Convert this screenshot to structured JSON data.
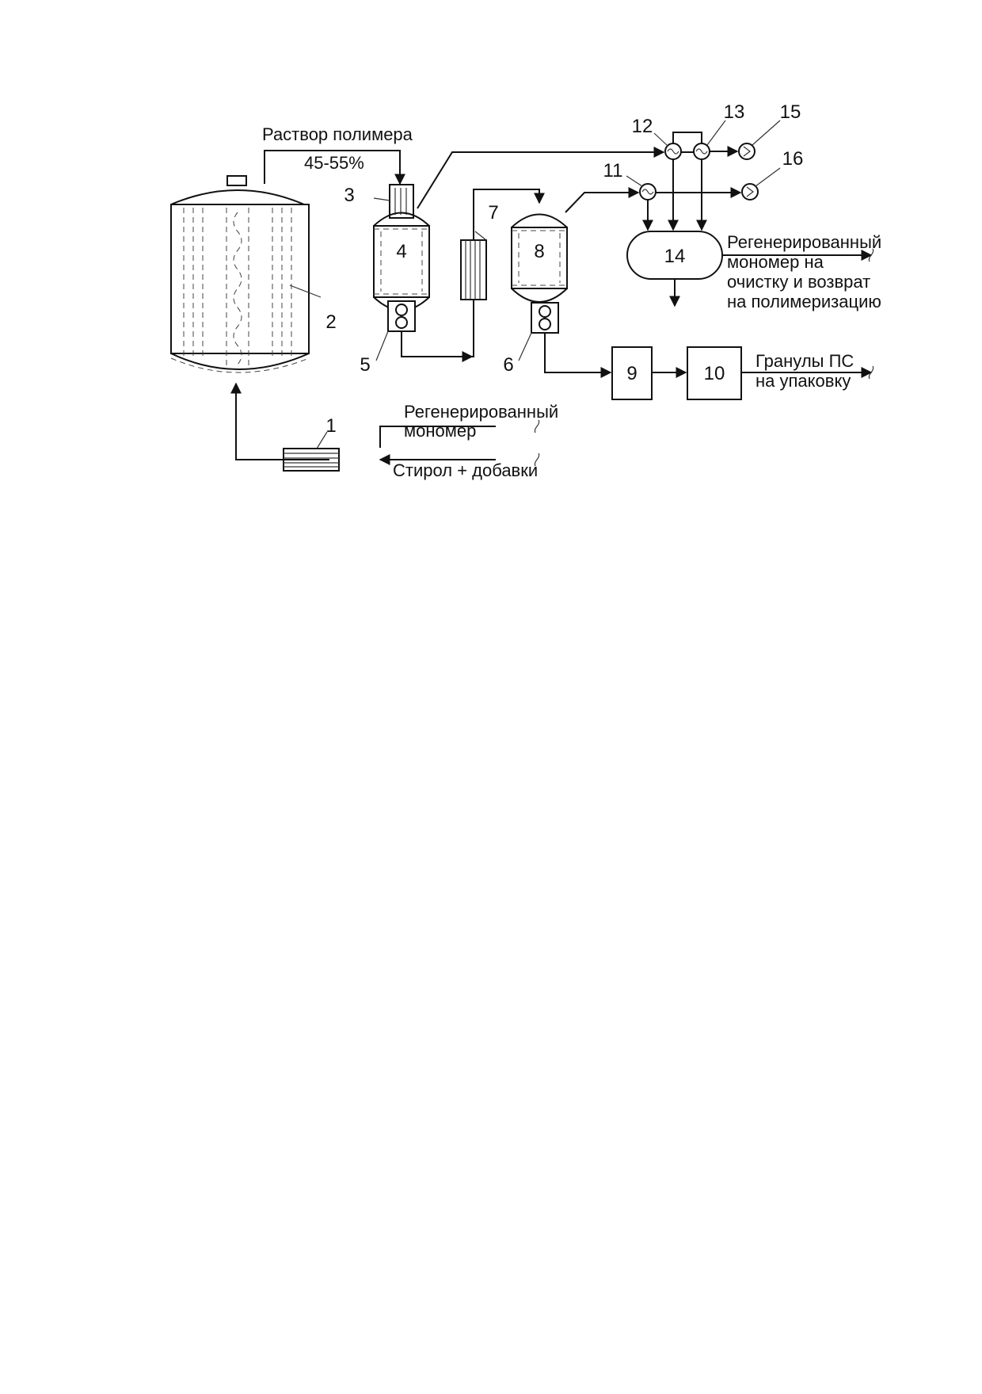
{
  "diagram": {
    "equipment_numbers": {
      "n1": "1",
      "n2": "2",
      "n3": "3",
      "n4": "4",
      "n5": "5",
      "n6": "6",
      "n7": "7",
      "n8": "8",
      "n9": "9",
      "n10": "10",
      "n11": "11",
      "n12": "12",
      "n13": "13",
      "n14": "14",
      "n15": "15",
      "n16": "16"
    },
    "labels": {
      "polymer_solution": "Раствор полимера",
      "concentration": "45-55%",
      "regen_out_1": "Регенерированный",
      "regen_out_2": "мономер на",
      "regen_out_3": "очистку и возврат",
      "regen_out_4": "на полимеризацию",
      "granules_1": "Гранулы ПС",
      "granules_2": "на упаковку",
      "regen_in_1": "Регенерированный",
      "regen_in_2": "мономер",
      "styrene": "Стирол + добавки"
    }
  }
}
